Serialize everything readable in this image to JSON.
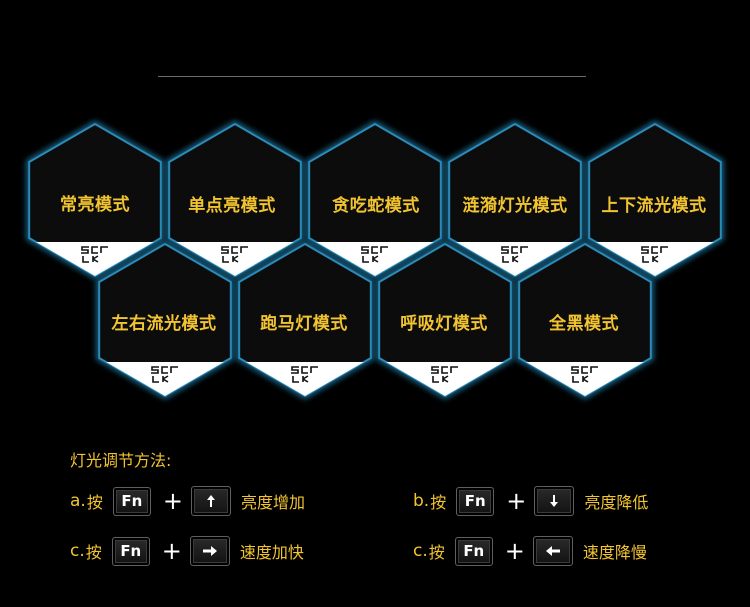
{
  "modes": [
    {
      "label": "常亮模式"
    },
    {
      "label": "单点亮模式"
    },
    {
      "label": "贪吃蛇模式"
    },
    {
      "label": "涟漪灯光模式"
    },
    {
      "label": "上下流光模式"
    },
    {
      "label": "左右流光模式"
    },
    {
      "label": "跑马灯模式"
    },
    {
      "label": "呼吸灯模式"
    },
    {
      "label": "全黑模式"
    }
  ],
  "instructions": {
    "title": "灯光调节方法:",
    "items": [
      {
        "prefix": "a.",
        "press": "按",
        "key": "Fn",
        "plus": "+",
        "arrow": "up-arrow-icon",
        "action": "亮度增加"
      },
      {
        "prefix": "b.",
        "press": "按",
        "key": "Fn",
        "plus": "+",
        "arrow": "down-arrow-icon",
        "action": "亮度降低"
      },
      {
        "prefix": "c.",
        "press": "按",
        "key": "Fn",
        "plus": "+",
        "arrow": "right-arrow-icon",
        "action": "速度加快"
      },
      {
        "prefix": "c.",
        "press": "按",
        "key": "Fn",
        "plus": "+",
        "arrow": "left-arrow-icon",
        "action": "速度降慢"
      }
    ]
  },
  "colors": {
    "background": "#000000",
    "accent_text": "#f2c431",
    "hex_fill": "#0c0c0c",
    "hex_glow": "#1f6f96",
    "hex_bottom": "#ffffff"
  }
}
